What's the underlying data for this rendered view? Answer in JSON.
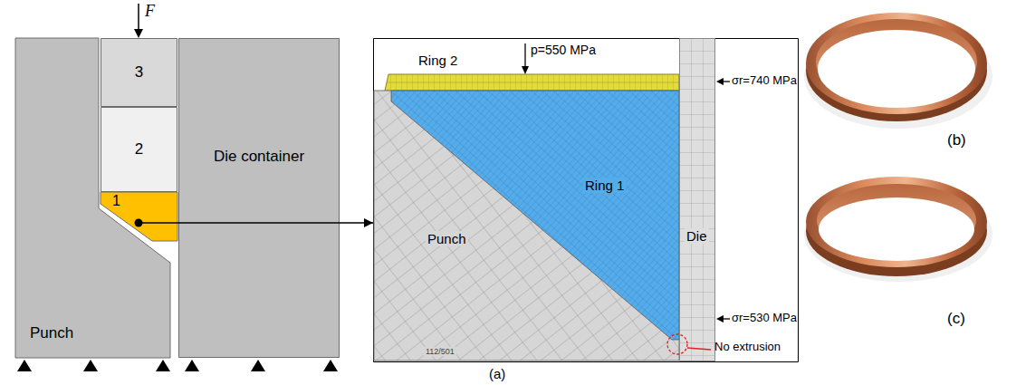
{
  "diagram": {
    "nodes": [
      {
        "text": [
          "Punch"
        ]
      },
      {
        "text": [
          "3"
        ]
      },
      {
        "text": [
          "2"
        ]
      },
      {
        "text": [
          "1"
        ]
      },
      {
        "text": [
          "Die container"
        ]
      },
      {
        "text": []
      },
      {
        "text": [
          "Ring 2"
        ],
        "in": 5
      },
      {
        "text": [
          "Ring 1"
        ],
        "in": 5
      },
      {
        "text": [
          "Punch"
        ],
        "in": 5
      },
      {
        "text": [
          "Die"
        ],
        "in": 5
      }
    ],
    "edges": [
      {
        "from": 3,
        "to": 5,
        "arrow": "to"
      }
    ],
    "labels": [
      "F",
      "p=550 MPa",
      "σr=740 MPa",
      "σr=530 MPa",
      "No extrusion",
      "112/501",
      "(a)",
      "(b)",
      "(c)"
    ]
  }
}
